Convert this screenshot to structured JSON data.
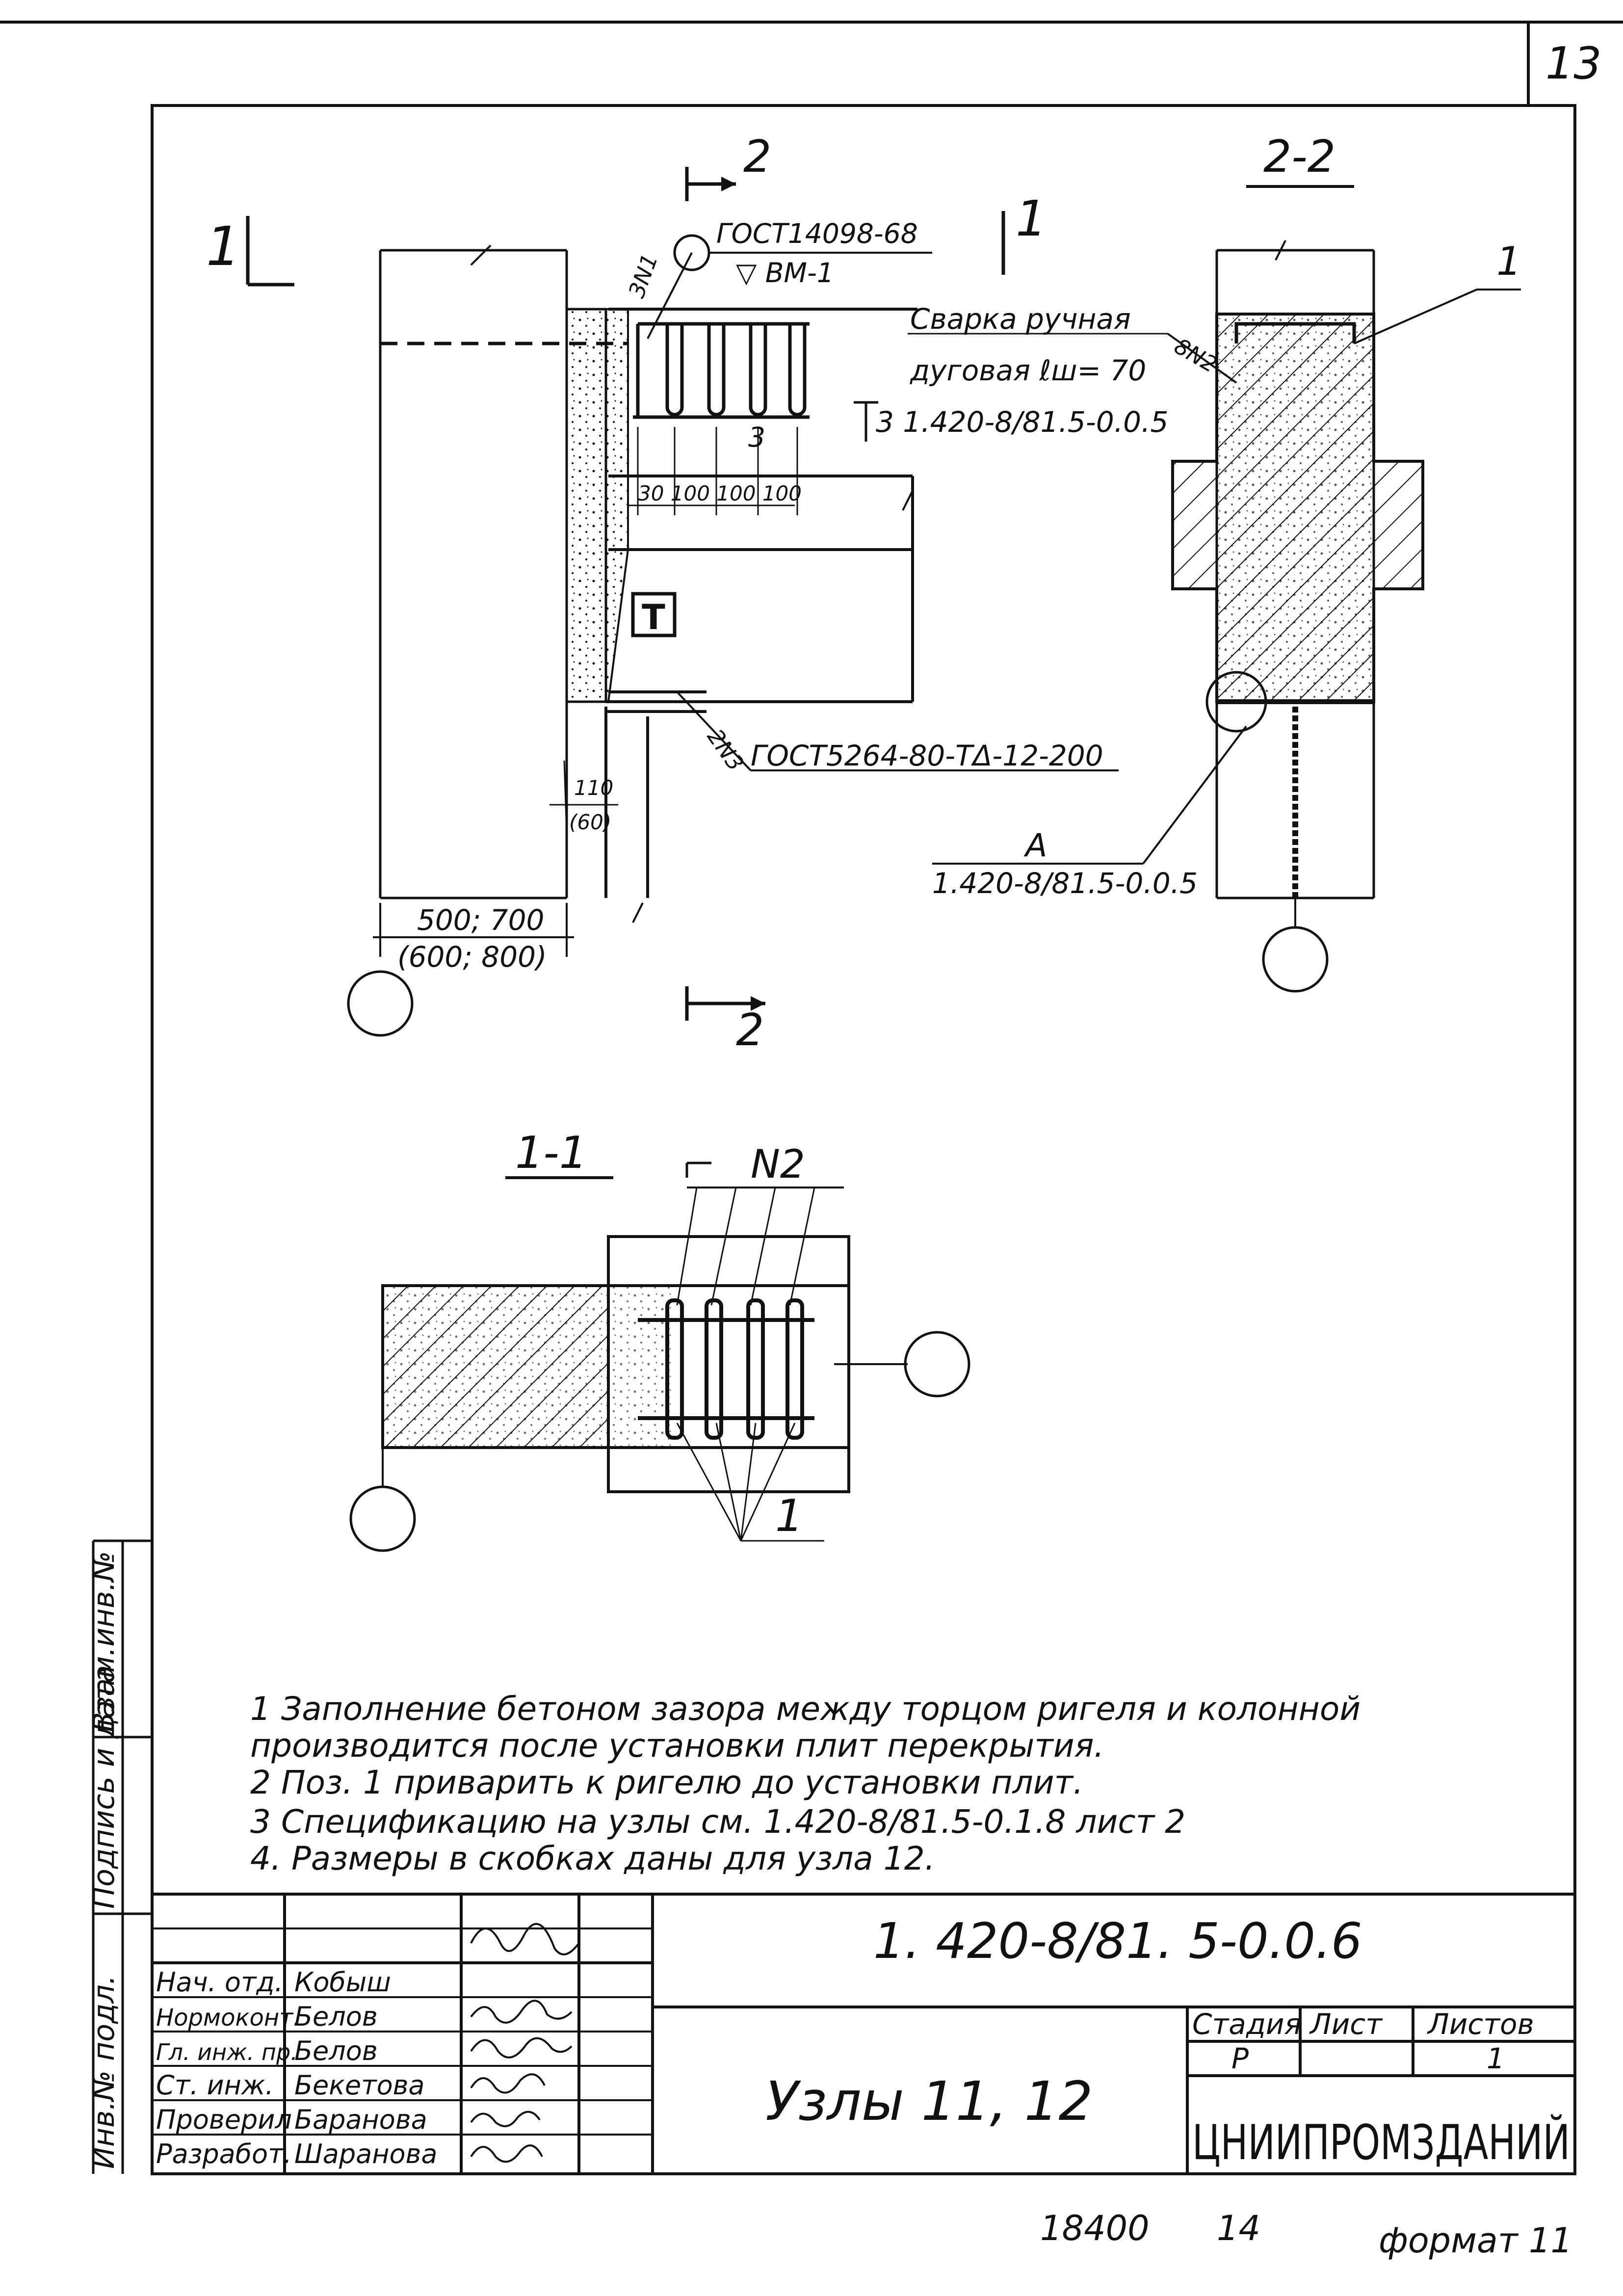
{
  "sheet": {
    "page_number": "13",
    "document_code": "1. 420-8/81. 5-0.0.6",
    "title": "Узлы 11, 12",
    "organization": "ЦНИИПРОМЗДАНИЙ",
    "stage_header": "Стадия",
    "sheet_header": "Лист",
    "sheets_header": "Листов",
    "stage_value": "Р",
    "sheet_value": "",
    "sheets_value": "1",
    "footer_number": "18400",
    "footer_copy": "14",
    "footer_format": "формат 11"
  },
  "side_stamp": {
    "inv_podl": "Инв.№ подл.",
    "signature_date": "Подпись и дата",
    "vzam_inv": "Взам.инв.№"
  },
  "signatories": [
    {
      "role": "Нач. отд.",
      "name": "Кобыш"
    },
    {
      "role": "Нормоконт.",
      "name": "Белов"
    },
    {
      "role": "Гл. инж. пр.",
      "name": "Белов"
    },
    {
      "role": "Ст. инж.",
      "name": "Бекетова"
    },
    {
      "role": "Проверил",
      "name": "Баранова"
    },
    {
      "role": "Разработ.",
      "name": "Шаранова"
    }
  ],
  "notes": [
    "1  Заполнение бетоном зазора между торцом ригеля и колонной",
    "    производится после установки плит перекрытия.",
    "2  Поз. 1 приварить к ригелю до установки плит.",
    "3  Спецификацию на узлы см. 1.420-8/81.5-0.1.8  лист 2",
    "4.  Размеры в скобках даны для узла 12."
  ],
  "drawing": {
    "section_1_mark": "1",
    "section_2_mark": "2",
    "view_2_2": "2-2",
    "view_1_1": "1-1",
    "gost_weld": "ГОСТ14098-68",
    "weld_vm": "▽ ВМ-1",
    "weld_3n1": "3N1",
    "manual_weld_1": "Сварка ручная",
    "manual_weld_2": "дуговая  ℓш= 70",
    "weld_8n2": "8N2",
    "ref_t3": "3  1.420-8/81.5-0.0.5",
    "mark_3": "3",
    "dims_top": "30   100  100  100",
    "t_symbol": "Т",
    "weld_2n3": "2N3",
    "gost_5264": "ГОСТ5264-80-ТΔ-12-200",
    "dim_110": "110",
    "dim_60": "(60)",
    "dim_500": "500; 700",
    "dim_600": "(600; 800)",
    "detail_a": "А",
    "detail_a_ref": "1.420-8/81.5-0.0.5",
    "callout_1": "1",
    "n2": "N2",
    "pos1": "1"
  }
}
